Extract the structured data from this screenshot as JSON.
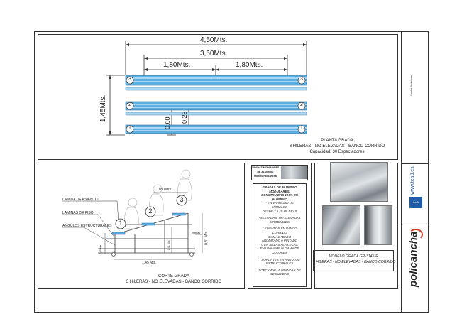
{
  "plan": {
    "dim_total": "4,50Mts.",
    "dim_inner": "3,60Mts.",
    "dim_half_left": "1,80Mts.",
    "dim_half_right": "1,80Mts.",
    "dim_height": "1,45Mts.",
    "dim_060": "0,60",
    "dim_025": "0,25",
    "row_numbers": [
      "3",
      "2",
      "1"
    ],
    "title": "PLANTA   GRADA",
    "subtitle": "3 HILERAS - NO ELEVADAS - BANCO CORRIDO",
    "capacity": "Capacidad: 30  Espectadores"
  },
  "section": {
    "label_asiento": "LAMINA  DE  ASIENTO",
    "label_piso": "LAMINAS  DE  PISO",
    "label_angulos": "ANGULOS  ESTRUCTURALES",
    "dim_080": "0,80  Mts.",
    "dim_020": "0,20  Mts.",
    "dim_041": "0,41  Mts.",
    "dim_081": "0,81  Mts.",
    "dim_145": "1,45  Mts.",
    "label_ruedas": "Ruedas",
    "seat_numbers": [
      "1",
      "2",
      "3"
    ],
    "title": "CORTE   GRADA",
    "subtitle": "3 HILERAS - NO ELEVADAS - BANCO CORRIDO"
  },
  "spec": {
    "header_line1": "GRADAS MODULARES",
    "header_line2": "DE ALUMINIO",
    "header_line3": "Modelo Policancha",
    "lines": [
      "GRADAS  DE  ALUMINIO",
      "MODULARES.",
      "CONSTRUIDAS 100% EN",
      "ALUMINIO",
      "* EN VARIEDAD DE",
      "MODELOS",
      "DESDE  3 A 15 HILERAS",
      "* ELEVADAS, NO ELEVADAS",
      "ó RODABLES",
      "* ASIENTOS EN BANCO",
      "CORRIDO",
      "CON  ACABADO",
      "ANODIZADO  ó  PINTADO",
      "ó  EN SILLAS PLASTICAS",
      "EN UNA AMPLIA GAMA DE",
      "COLORES",
      "* SOPORTES EN ANGULOS",
      "ESTRUCTURALES",
      "* OPCIONAL: BARANDAS DE",
      "SEGURIDAD"
    ]
  },
  "model": {
    "line1": "MODELO   GRADA GP-3145-R",
    "line2": "3 HILERAS - NO ELEVADAS - BANCO CORRIDO"
  },
  "titleblock": {
    "text1": "Gradas Modulares",
    "website": "www.tea3.es",
    "brand": "policancha",
    "logo_text": "tea3"
  },
  "colors": {
    "bench_blue": "#5aaee0",
    "bench_light": "#a9d8f4",
    "dim_line": "#333333",
    "brand_red": "#d23a2a"
  }
}
